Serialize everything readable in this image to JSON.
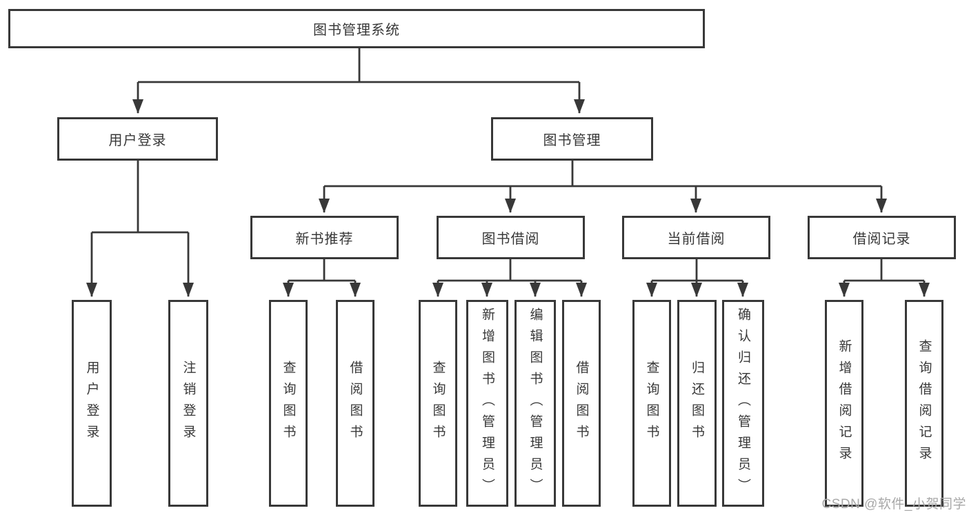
{
  "tree": {
    "label": "图书管理系统",
    "children": [
      {
        "label": "用户登录",
        "children": [
          {
            "label": "用户登录"
          },
          {
            "label": "注销登录"
          }
        ]
      },
      {
        "label": "图书管理",
        "children": [
          {
            "label": "新书推荐",
            "children": [
              {
                "label": "查询图书"
              },
              {
                "label": "借阅图书"
              }
            ]
          },
          {
            "label": "图书借阅",
            "children": [
              {
                "label": "查询图书"
              },
              {
                "label": "新增图书（管理员）"
              },
              {
                "label": "编辑图书（管理员）"
              },
              {
                "label": "借阅图书"
              }
            ]
          },
          {
            "label": "当前借阅",
            "children": [
              {
                "label": "查询图书"
              },
              {
                "label": "归还图书"
              },
              {
                "label": "确认归还（管理员）"
              }
            ]
          },
          {
            "label": "借阅记录",
            "children": [
              {
                "label": "新增借阅记录"
              },
              {
                "label": "查询借阅记录"
              }
            ]
          }
        ]
      }
    ]
  },
  "watermark": {
    "text": "CSDN @软件_小贺同学"
  },
  "colors": {
    "line": "#383838",
    "text": "#383838",
    "watermark": "#a8a8a8",
    "background": "#ffffff"
  }
}
